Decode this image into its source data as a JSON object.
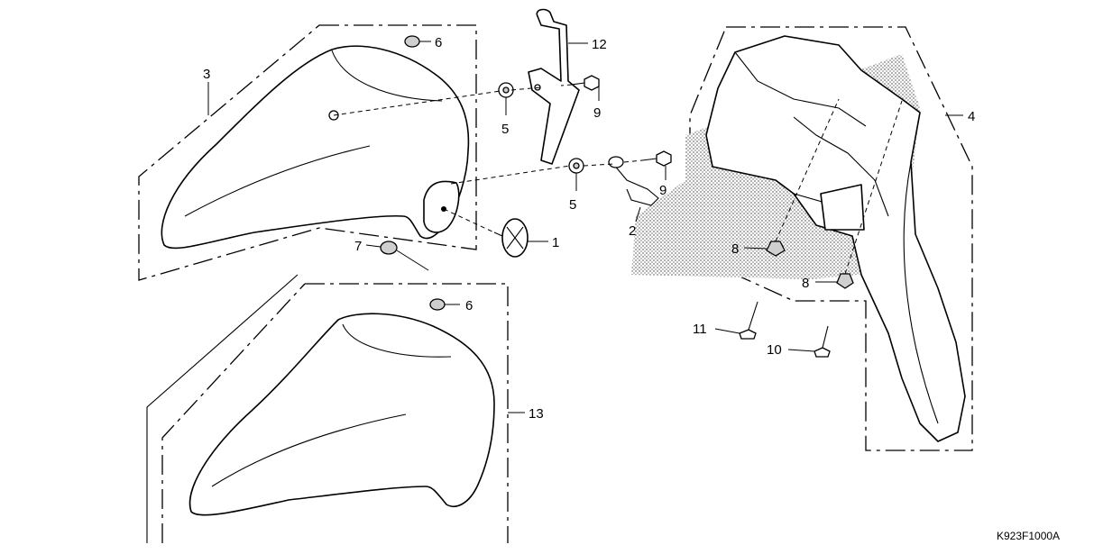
{
  "callouts": {
    "c1": "1",
    "c2": "2",
    "c3": "3",
    "c4": "4",
    "c5a": "5",
    "c5b": "5",
    "c6a": "6",
    "c6b": "6",
    "c7": "7",
    "c8a": "8",
    "c8b": "8",
    "c9a": "9",
    "c9b": "9",
    "c10": "10",
    "c11": "11",
    "c12": "12",
    "c13": "13"
  },
  "diagram_code": "K923F1000A"
}
